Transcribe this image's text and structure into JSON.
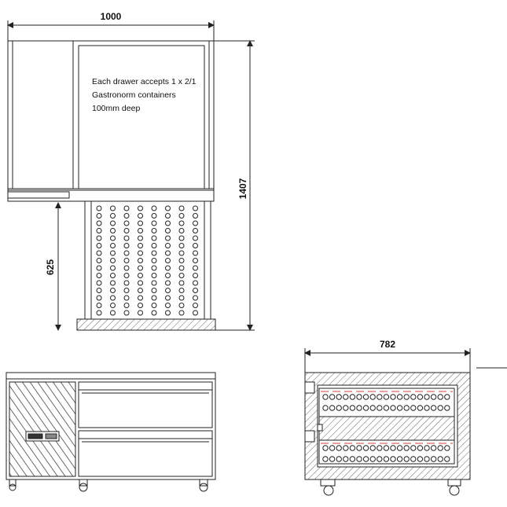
{
  "dimensions": {
    "plan_width": "1000",
    "overall_height": "1407",
    "open_drawer_depth": "625",
    "side_depth": "782"
  },
  "note": {
    "line1": "Each drawer accepts 1 x 2/1",
    "line2": "Gastronorm containers",
    "line3": "100mm deep"
  },
  "colors": {
    "line": "#222222",
    "hatch": "#555555",
    "dash_red": "#d04040"
  }
}
